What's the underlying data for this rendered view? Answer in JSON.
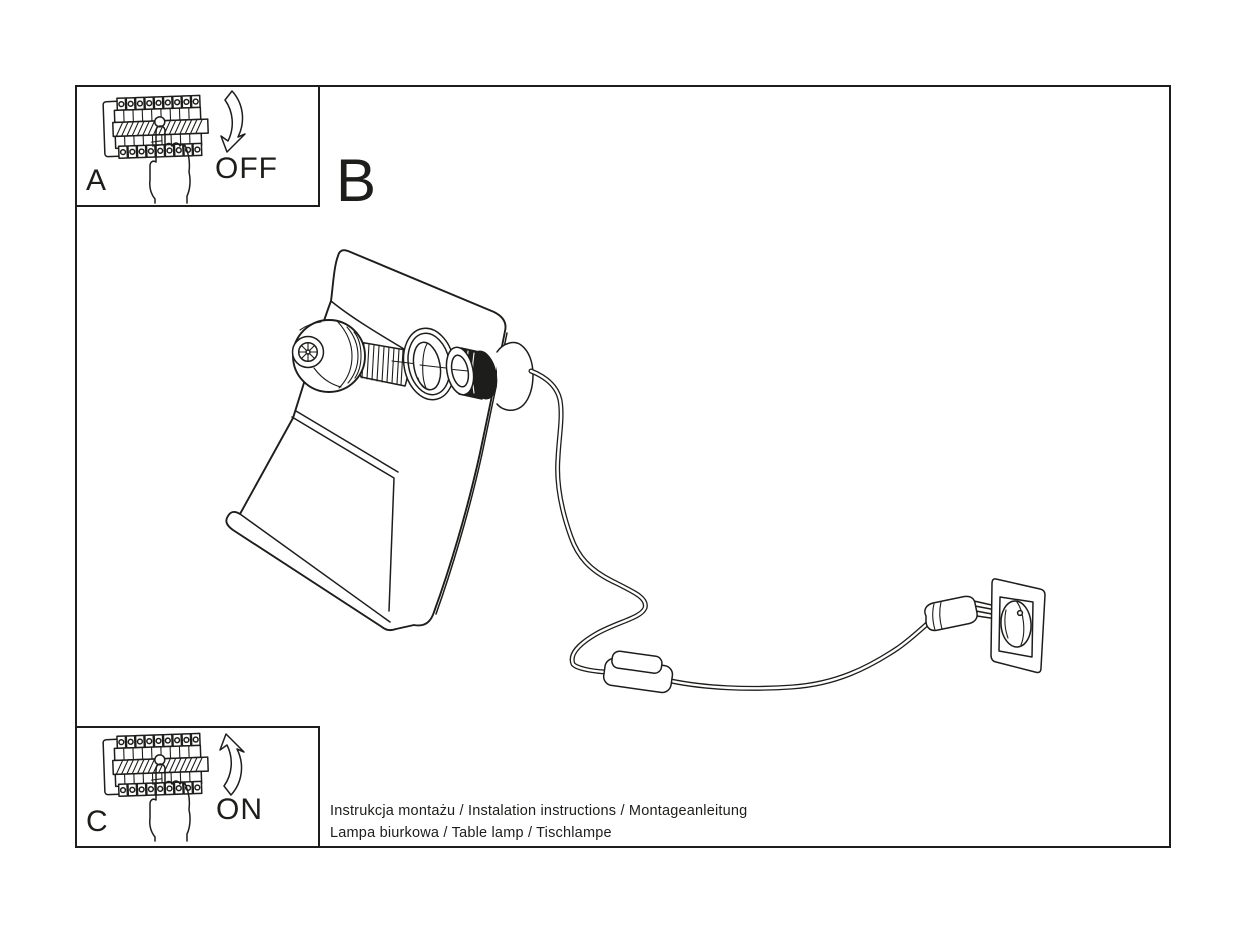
{
  "document": {
    "background": "#ffffff",
    "ink": "#1d1d1b"
  },
  "steps": {
    "a": {
      "label": "A",
      "action": "OFF",
      "figure": "circuit-breaker-panel-finger-switching-off"
    },
    "b": {
      "label": "B",
      "figure": "desk-lamp-exploded-bulb-socket-assembly-with-cord-switch-plug-and-wall-socket"
    },
    "c": {
      "label": "C",
      "action": "ON",
      "figure": "circuit-breaker-panel-finger-switching-on"
    }
  },
  "footer": {
    "line1": "Instrukcja montażu / Instalation instructions / Montageanleitung",
    "line2": "Lampa biurkowa / Table lamp / Tischlampe"
  }
}
